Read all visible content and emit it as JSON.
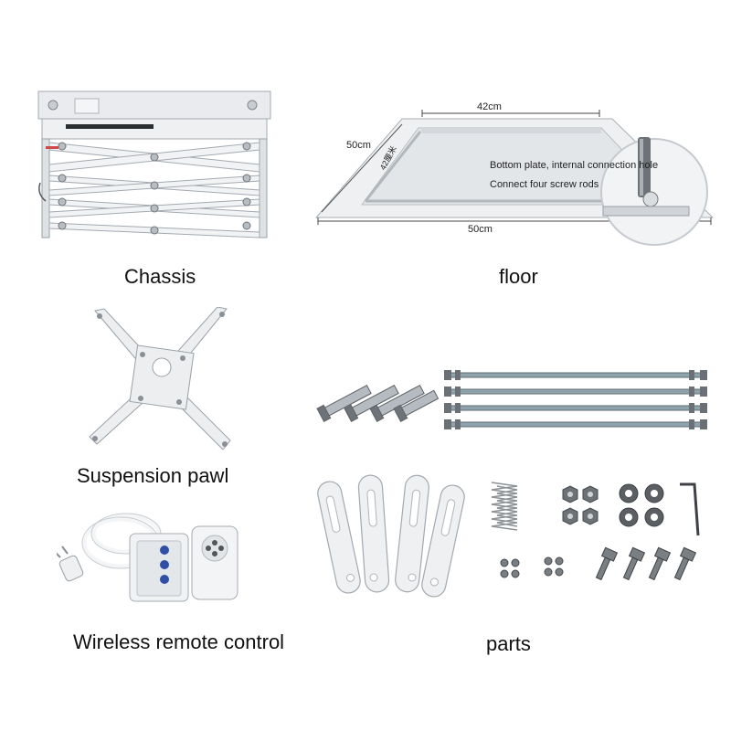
{
  "captions": {
    "chassis": "Chassis",
    "floor": "floor",
    "suspension": "Suspension pawl",
    "remote": "Wireless remote control",
    "parts": "parts"
  },
  "floor_panel": {
    "dim_top": "42cm",
    "dim_left": "50cm",
    "dim_bottom": "50cm",
    "dim_inner": "42厘米",
    "note_line1": "Bottom plate, internal connection hole",
    "note_line2": "Connect four screw rods"
  },
  "colors": {
    "metal_white": "#eceef0",
    "metal_edge": "#9aa0a6",
    "steel": "#7f868c",
    "rod": "#8fa3ad",
    "nut": "#5d6166"
  },
  "icons": {
    "chassis": "scissor-lift-icon",
    "floor": "ceiling-plate-icon",
    "suspension": "projector-mount-icon",
    "remote": "remote-control-icon",
    "parts": "hardware-kit-icon"
  }
}
